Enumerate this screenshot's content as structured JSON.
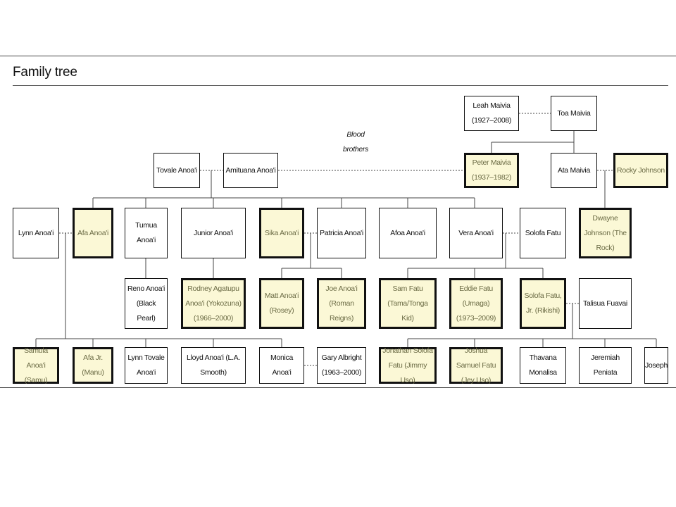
{
  "heading": "Family tree",
  "colors": {
    "highlight_fill": "#fbf8d6",
    "highlight_text": "#6b6b45",
    "line": "#444444"
  },
  "people": {
    "leah": "Leah Maivia (1927–2008)",
    "toa": "Toa Maivia",
    "blood": "Blood brothers",
    "tovale": "Tovale Anoa'i",
    "amituana": "Amituana Anoa'i",
    "peter": "Peter Maivia (1937–1982)",
    "ata": "Ata Maivia",
    "rocky": "Rocky Johnson",
    "lynn": "Lynn Anoa'i",
    "afa": "Afa Anoa'i",
    "tumua": "Tumua Anoa'i",
    "junior": "Junior Anoa'i",
    "sika": "Sika Anoa'i",
    "patricia": "Patricia Anoa'i",
    "afoa": "Afoa Anoa'i",
    "vera": "Vera Anoa'i",
    "solofa": "Solofa Fatu",
    "dwayne": "Dwayne Johnson (The Rock)",
    "reno": "Reno Anoa'i (Black Pearl)",
    "rodney": "Rodney Agatupu Anoa'i (Yokozuna) (1966–2000)",
    "matt": "Matt Anoa'i (Rosey)",
    "joe": "Joe Anoa'i (Roman Reigns)",
    "sam": "Sam Fatu (Tama/Tonga Kid)",
    "eddie": "Eddie Fatu (Umaga) (1973–2009)",
    "solofajr": "Solofa Fatu, Jr. (Rikishi)",
    "talisua": "Talisua Fuavai",
    "samula": "Samula Anoa'i (Samu)",
    "afajr": "Afa Jr. (Manu)",
    "lynntovale": "Lynn Tovale Anoa'i",
    "lloyd": "Lloyd Anoa'i (L.A. Smooth)",
    "monica": "Monica Anoa'i",
    "gary": "Gary Albright (1963–2000)",
    "jonathan": "Jonathan Solofa Fatu (Jimmy Uso)",
    "joshua": "Joshua Samuel Fatu (Jey Uso)",
    "thavana": "Thavana Monalisa",
    "jeremiah": "Jeremiah Peniata",
    "joseph": "Joseph"
  }
}
